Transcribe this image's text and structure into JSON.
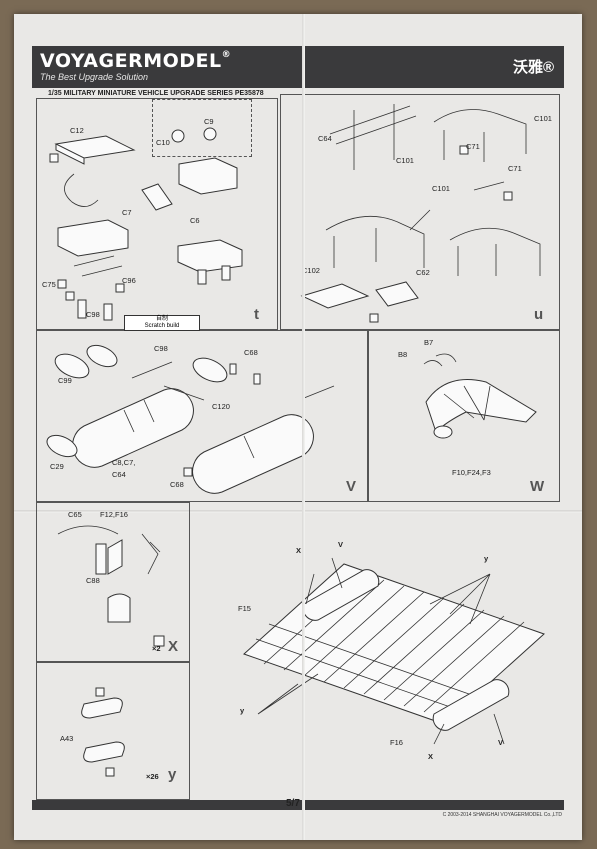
{
  "header": {
    "brand": "VOYAGERMODEL",
    "brand_mark": "®",
    "tagline": "The Best Upgrade Solution",
    "chinese_brand": "沃雅®"
  },
  "subtitle": "1/35 MILITARY MINIATURE VEHICLE  UPGRADE SERIES PE35878",
  "panels": {
    "t": {
      "letter": "t",
      "labels": [
        "C12",
        "C9",
        "C10",
        "C7",
        "C6",
        "C75",
        "C96",
        "C98"
      ],
      "scratch_cn": "自制",
      "scratch_en": "Scratch build"
    },
    "u": {
      "letter": "u",
      "labels": [
        "C64",
        "C101",
        "C71",
        "C101",
        "C71",
        "C101",
        "C102",
        "C62"
      ]
    },
    "v": {
      "letter": "V",
      "labels": [
        "C99",
        "C98",
        "C68",
        "C120",
        "C29",
        "C8,C7,",
        "C64",
        "C68"
      ]
    },
    "w": {
      "letter": "W",
      "labels": [
        "B7",
        "B8",
        "F10,F24,F3"
      ]
    },
    "x": {
      "letter": "X",
      "count": "×2",
      "labels": [
        "C65",
        "F12,F16",
        "C88"
      ]
    },
    "y": {
      "letter": "y",
      "count": "×26",
      "labels": [
        "A43"
      ]
    },
    "overview": {
      "labels": [
        "X",
        "V",
        "y",
        "F15",
        "y",
        "F16",
        "X",
        "V"
      ]
    }
  },
  "footer": {
    "page": "5/7",
    "copyright": "C 2003-2014 SHANGHAI VOYAGERMODEL Co.,LTD"
  }
}
